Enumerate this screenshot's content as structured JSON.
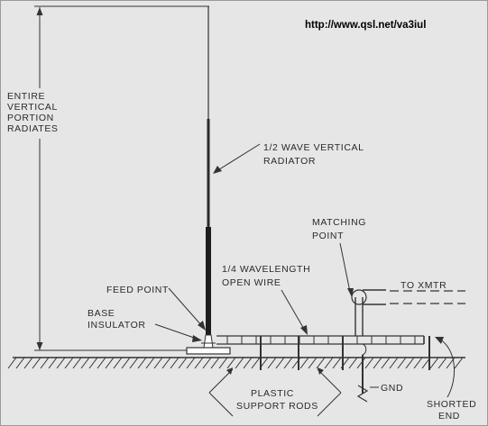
{
  "watermark": "http://www.qsl.net/va3iul",
  "labels": {
    "entire_1": "ENTIRE",
    "entire_2": "VERTICAL",
    "entire_3": "PORTION",
    "entire_4": "RADIATES",
    "radiator_1": "1/2 WAVE VERTICAL",
    "radiator_2": "RADIATOR",
    "matching_1": "MATCHING",
    "matching_2": "POINT",
    "openwire_1": "1/4 WAVELENGTH",
    "openwire_2": "OPEN WIRE",
    "feed": "FEED POINT",
    "base_1": "BASE",
    "base_2": "INSULATOR",
    "xmtr": "TO XMTR",
    "gnd": "GND",
    "rods_1": "PLASTIC",
    "rods_2": "SUPPORT RODS",
    "shorted_1": "SHORTED",
    "shorted_2": "END"
  }
}
